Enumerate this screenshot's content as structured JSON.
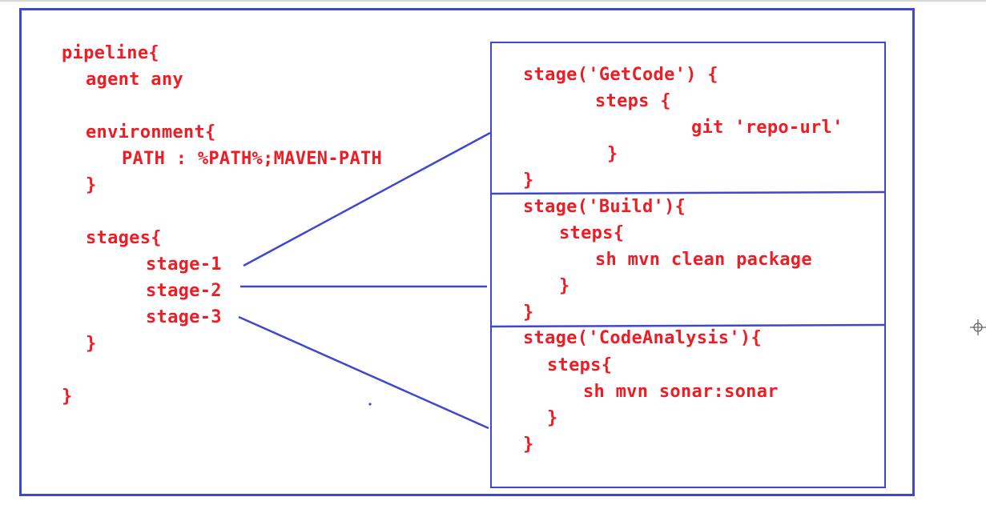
{
  "colors": {
    "code_text": "#ee1c24",
    "frame": "#3f48cc"
  },
  "left_code": {
    "line1": "pipeline{",
    "line2": "agent any",
    "line3": "environment{",
    "line4": "PATH : %PATH%;MAVEN-PATH",
    "line5": "}",
    "line6": "stages{",
    "stage1": "stage-1",
    "stage2": "stage-2",
    "stage3": "stage-3",
    "line10": "}",
    "line11": "}"
  },
  "stage_getcode": {
    "line1": "stage('GetCode') {",
    "line2": "steps {",
    "line3": "git 'repo-url'",
    "line4": "}",
    "line5": "}"
  },
  "stage_build": {
    "line1": "stage('Build'){",
    "line2": "steps{",
    "line3": "sh mvn clean package",
    "line4": "}",
    "line5": "}"
  },
  "stage_analysis": {
    "line1": "stage('CodeAnalysis'){",
    "line2": "steps{",
    "line3": "sh mvn sonar:sonar",
    "line4": "}",
    "line5": "}"
  },
  "icons": {
    "cursor": "crosshair-icon"
  }
}
